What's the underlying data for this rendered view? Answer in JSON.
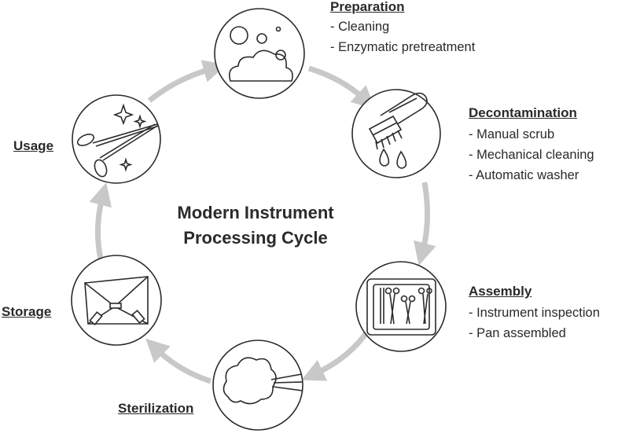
{
  "center_title": [
    "Modern Instrument",
    "Processing Cycle"
  ],
  "stages": {
    "preparation": {
      "title": "Preparation",
      "items": [
        "- Cleaning",
        "- Enzymatic pretreatment"
      ],
      "icon": "bubbles-icon"
    },
    "decontamination": {
      "title": "Decontamination",
      "items": [
        "- Manual scrub",
        "- Mechanical cleaning",
        "- Automatic washer"
      ],
      "icon": "scrub-brush-icon"
    },
    "assembly": {
      "title": "Assembly",
      "items": [
        "- Instrument inspection",
        "- Pan assembled"
      ],
      "icon": "instrument-tray-icon"
    },
    "sterilization": {
      "title": "Sterilization",
      "items": [],
      "icon": "steam-cloud-icon"
    },
    "storage": {
      "title": "Storage",
      "items": [],
      "icon": "wrapped-package-icon"
    },
    "usage": {
      "title": "Usage",
      "items": [],
      "icon": "surgical-clamp-icon"
    }
  },
  "colors": {
    "arrow": "#c8c8c8",
    "stroke": "#2b2b2b",
    "text": "#2a2a2a"
  }
}
